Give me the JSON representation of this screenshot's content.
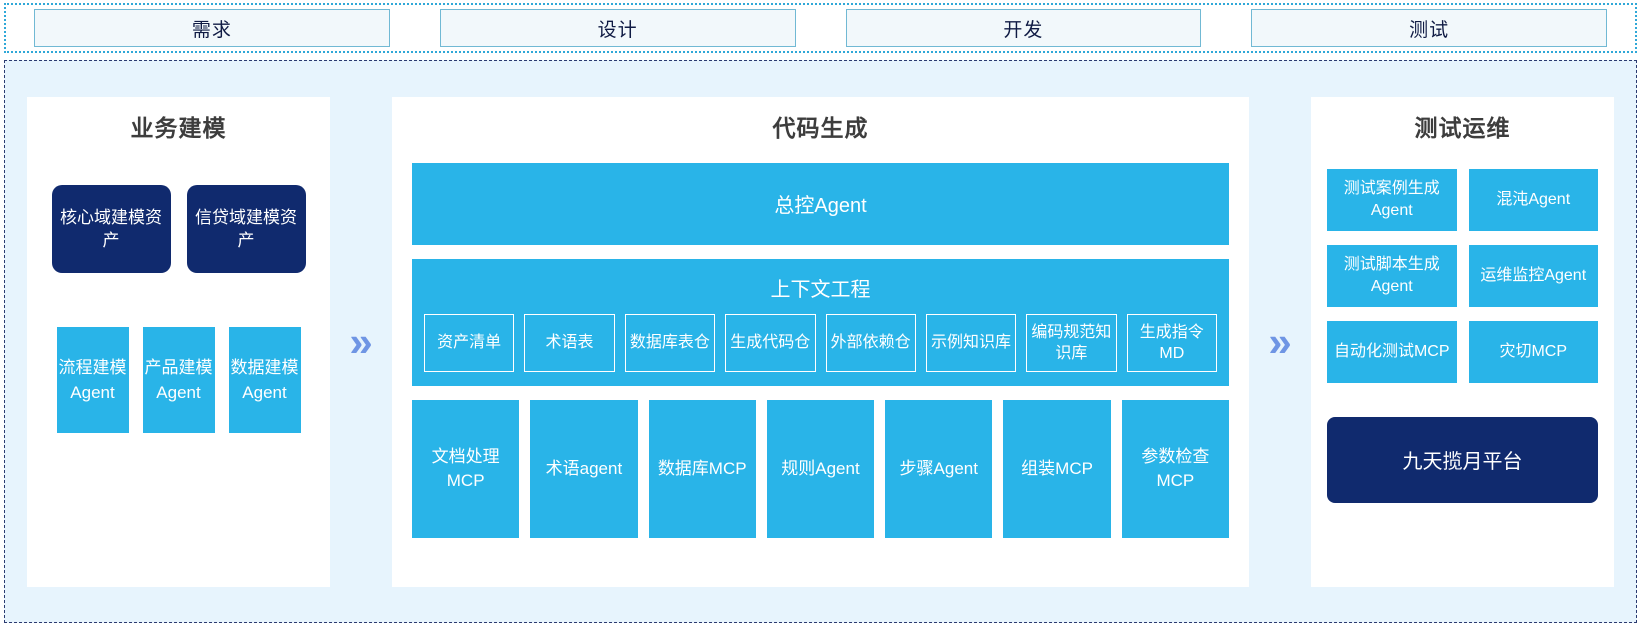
{
  "phases": [
    {
      "label": "需求"
    },
    {
      "label": "设计"
    },
    {
      "label": "开发"
    },
    {
      "label": "测试"
    }
  ],
  "arrows": {
    "glyph": "»",
    "color": "#6f95e4"
  },
  "colors": {
    "accent_cyan": "#29b4e8",
    "navy": "#102a6e",
    "panel_bg": "#e7f4fd",
    "phase_fill": "#f2f8fb",
    "phase_border": "#71b9d4",
    "dashed_border": "#2b3a70"
  },
  "left_panel": {
    "title": "业务建模",
    "assets": [
      {
        "label": "核心域建模资产"
      },
      {
        "label": "信贷域建模资产"
      }
    ],
    "agents": [
      {
        "label": "流程建模Agent"
      },
      {
        "label": "产品建模Agent"
      },
      {
        "label": "数据建模Agent"
      }
    ]
  },
  "center_panel": {
    "title": "代码生成",
    "master_agent": "总控Agent",
    "context": {
      "title": "上下文工程",
      "items": [
        {
          "label": "资产清单"
        },
        {
          "label": "术语表"
        },
        {
          "label": "数据库表仓"
        },
        {
          "label": "生成代码仓"
        },
        {
          "label": "外部依赖仓"
        },
        {
          "label": "示例知识库"
        },
        {
          "label": "编码规范知识库"
        },
        {
          "label": "生成指令MD"
        }
      ]
    },
    "tools": [
      {
        "label": "文档处理MCP"
      },
      {
        "label": "术语agent"
      },
      {
        "label": "数据库MCP"
      },
      {
        "label": "规则Agent"
      },
      {
        "label": "步骤Agent"
      },
      {
        "label": "组装MCP"
      },
      {
        "label": "参数检查MCP"
      }
    ]
  },
  "right_panel": {
    "title": "测试运维",
    "items": [
      {
        "label": "测试案例生成Agent"
      },
      {
        "label": "混沌Agent"
      },
      {
        "label": "测试脚本生成Agent"
      },
      {
        "label": "运维监控Agent"
      },
      {
        "label": "自动化测试MCP"
      },
      {
        "label": "灾切MCP"
      }
    ],
    "platform": "九天揽月平台"
  }
}
